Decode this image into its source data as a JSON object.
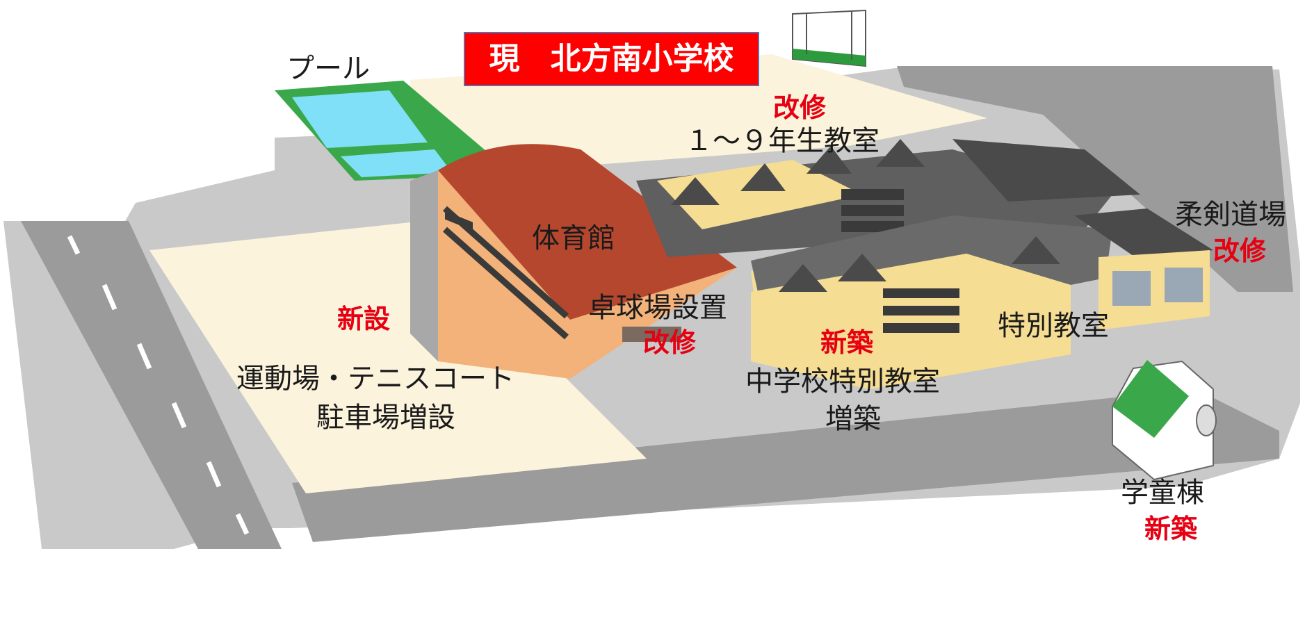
{
  "title": "現　北方南小学校",
  "labels": {
    "pool": "プール",
    "gym": "体育館",
    "table_tennis": "卓球場設置",
    "classrooms": "１～９年生教室",
    "budo": "柔剣道場",
    "special_rooms": "特別教室",
    "jhs_special_line1": "中学校特別教室",
    "jhs_special_line2": "増築",
    "ground_line1": "運動場・テニスコート",
    "ground_line2": "駐車場増設",
    "gakudo": "学童棟"
  },
  "status": {
    "classrooms": "改修",
    "budo": "改修",
    "gym": "改修",
    "ground": "新設",
    "jhs_special": "新築",
    "gakudo": "新築"
  },
  "colors": {
    "road": "#9a9a9a",
    "sidewalk": "#c8c8c8",
    "ground": "#fbf3dc",
    "gym_roof": "#b5472e",
    "gym_wall": "#f2b27a",
    "building_wall": "#f6dd94",
    "building_roof": "#5f5f5f",
    "pool_frame": "#3aa84a",
    "pool_water": "#7fe0f7",
    "label_red": "#e60012",
    "title_bg": "#ff0000"
  }
}
